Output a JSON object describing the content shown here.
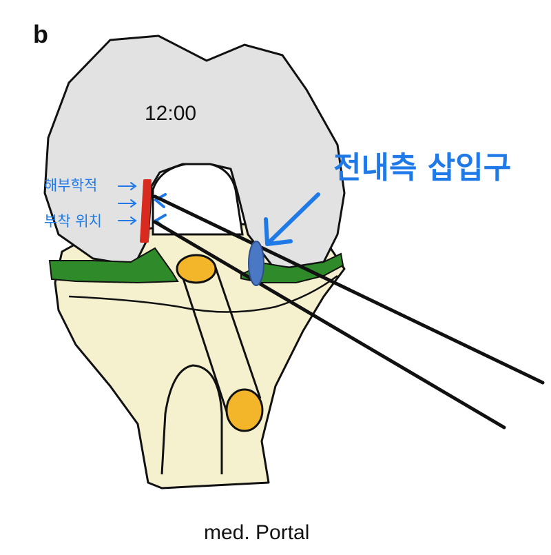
{
  "panel_label": "b",
  "clock_label": "12:00",
  "annotation_portal_kr": "전내측 삽입구",
  "annotation_site_line1": "해부학적",
  "annotation_site_line2": "부착 위치",
  "caption": "med. Portal",
  "colors": {
    "femur_fill": "#e2e2e2",
    "tibia_fill": "#f5f1cf",
    "meniscus_fill": "#2f8a2a",
    "footprint_red": "#d92a1f",
    "portal_blue": "#4a78c4",
    "annotation_blue": "#1f7ae8",
    "tunnel_orange": "#f3b52a",
    "outline": "#111111"
  }
}
